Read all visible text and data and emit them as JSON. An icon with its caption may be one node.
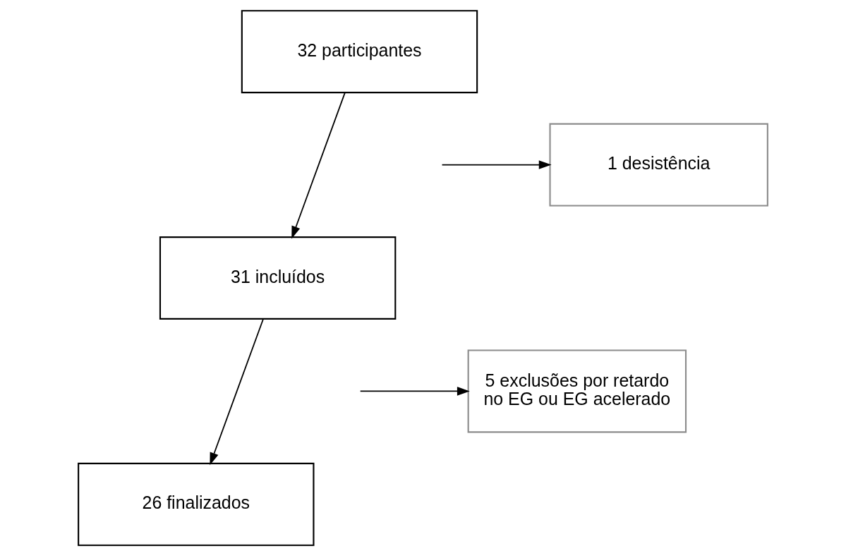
{
  "diagram": {
    "nodes": [
      {
        "text": [
          "32 participantes"
        ]
      },
      {
        "text": [
          "1 desistência"
        ]
      },
      {
        "text": [
          "31 incluídos"
        ]
      },
      {
        "text": [
          "5 exclusões por retardo no EG ou EG acelerado"
        ]
      },
      {
        "text": [
          "26 finalizados"
        ]
      }
    ],
    "edges": [
      {
        "from": 0,
        "to": 2,
        "arrow": "to"
      },
      {
        "from": null,
        "to": 1,
        "arrow": "to"
      },
      {
        "from": 2,
        "to": 4,
        "arrow": "to"
      },
      {
        "from": null,
        "to": 3,
        "arrow": "to"
      }
    ]
  }
}
